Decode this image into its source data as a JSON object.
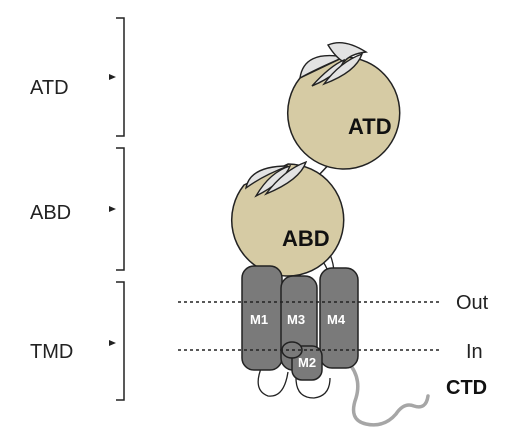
{
  "domains": {
    "atd": "ATD",
    "abd": "ABD",
    "tmd": "TMD"
  },
  "lobes": {
    "atd": "ATD",
    "abd": "ABD"
  },
  "helices": {
    "m1": "M1",
    "m2": "M2",
    "m3": "M3",
    "m4": "M4"
  },
  "membrane": {
    "out": "Out",
    "in": "In"
  },
  "ctd": "CTD",
  "colors": {
    "lobe_fill": "#d6cba4",
    "cleft_fill": "#e3e3e3",
    "helix_fill": "#7a7a7a",
    "ctd_tail": "#a6a6a6",
    "outline": "#222222"
  }
}
